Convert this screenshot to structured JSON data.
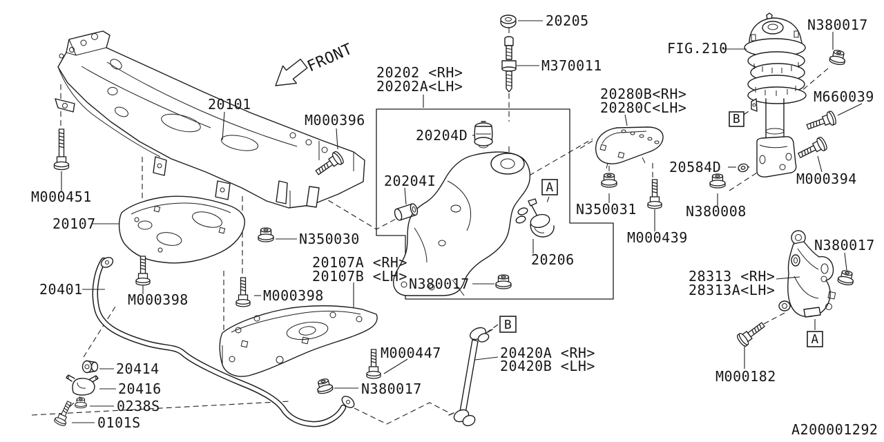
{
  "colors": {
    "background": "#ffffff",
    "line": "#1c1c1c",
    "text": "#161616"
  },
  "diagram": {
    "ref_code": "A200001292",
    "front_label": "FRONT",
    "callouts": {
      "a_mid": "A",
      "a_right": "A",
      "b_strut": "B",
      "b_bottom": "B"
    },
    "labels": {
      "m000451": "M000451",
      "p20101": "20101",
      "p20107": "20107",
      "p20401": "20401",
      "m000398a": "M000398",
      "n350030": "N350030",
      "m000398b": "M000398",
      "p20107a": "20107A <RH>",
      "p20107b": "20107B <LH>",
      "m000447": "M000447",
      "n380017a": "N380017",
      "p20414": "20414",
      "p20416": "20416",
      "p0238s": "0238S",
      "p0101s": "0101S",
      "m000396": "M000396",
      "p20205": "20205",
      "m370011": "M370011",
      "p20202": "20202 <RH>",
      "p20202a": "20202A<LH>",
      "p20204d": "20204D",
      "p20204i": "20204I",
      "n380017b": "N380017",
      "p20206": "20206",
      "n350031": "N350031",
      "m000439": "M000439",
      "p20280b": "20280B<RH>",
      "p20280c": "20280C<LH>",
      "p20584d": "20584D",
      "n380008": "N380008",
      "fig210": "FIG.210",
      "n380017c": "N380017",
      "m660039": "M660039",
      "m000394": "M000394",
      "p28313": "28313 <RH>",
      "p28313a": "28313A<LH>",
      "n380017d": "N380017",
      "m000182": "M000182",
      "p20420a": "20420A <RH>",
      "p20420b": "20420B <LH>"
    }
  }
}
